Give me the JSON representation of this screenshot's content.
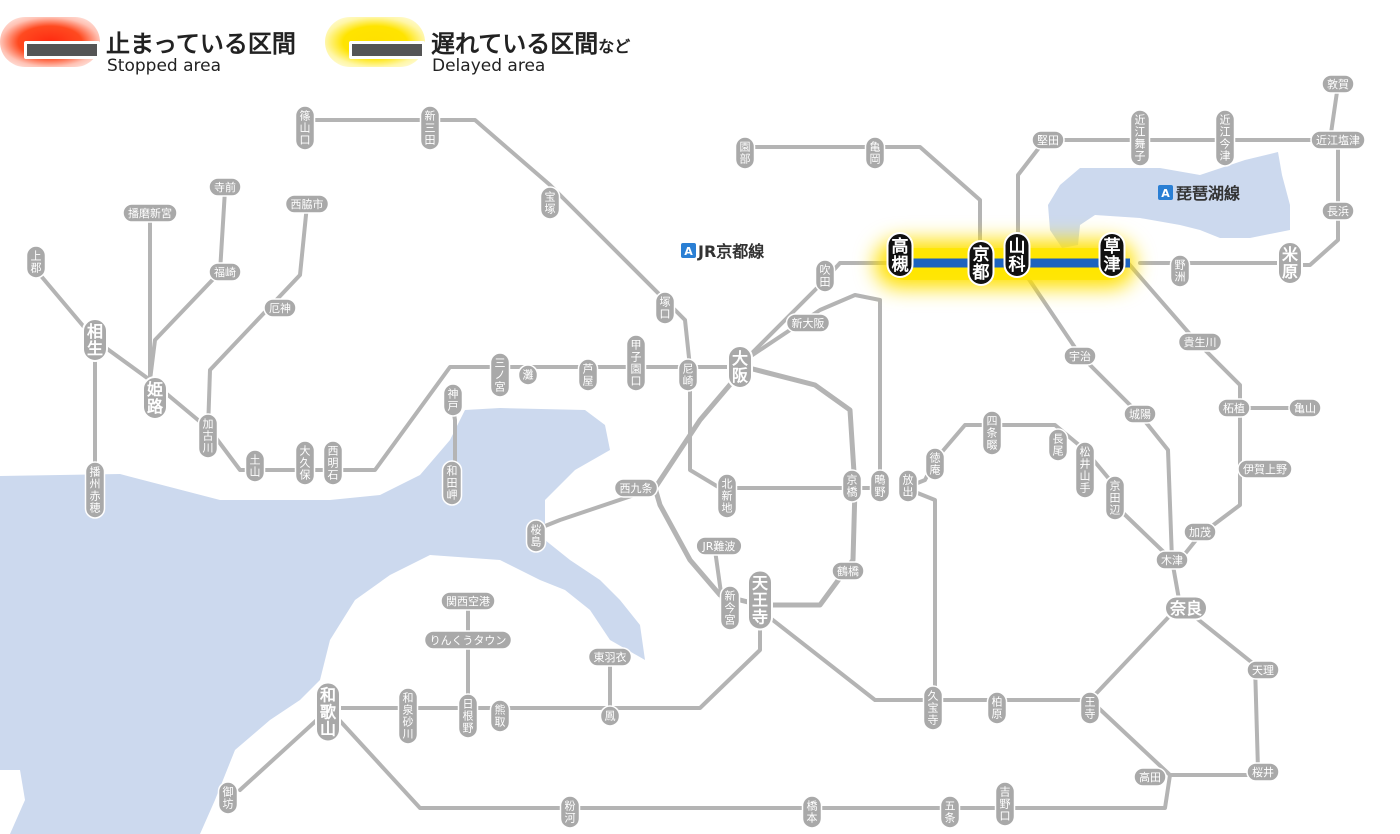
{
  "legend": {
    "stopped": {
      "jp": "止まっている区間",
      "en": "Stopped area",
      "color": "#ff3b1f"
    },
    "delayed": {
      "jp": "遅れている区間",
      "jp_suffix": "など",
      "en": "Delayed area",
      "color": "#ffe000"
    }
  },
  "line_labels": {
    "kyoto_line": {
      "badge": "A",
      "name": "JR京都線"
    },
    "biwako_line": {
      "badge": "A",
      "name": "琵琶湖線"
    }
  },
  "stations": {
    "sasayamaguchi": "篠山口",
    "shinsanda": "新三田",
    "takarazuka": "宝塚",
    "sonobe": "園部",
    "kameoka": "亀岡",
    "katata": "堅田",
    "omimaiko": "近江舞子",
    "omiimazu": "近江今津",
    "tsuruga": "敦賀",
    "omishiotsu": "近江塩津",
    "nagahama": "長浜",
    "teramae": "寺前",
    "harimashingu": "播磨新宮",
    "nishiwakishi": "西脇市",
    "kamigori": "上郡",
    "fukusaki": "福崎",
    "yakujin": "厄神",
    "aioi": "相生",
    "himeji": "姫路",
    "kakogawa": "加古川",
    "doyama": "土山",
    "okubo": "大久保",
    "nishiakashi": "西明石",
    "sannomiya": "三ノ宮",
    "nada": "灘",
    "ashiya": "芦屋",
    "koshienguchi": "甲子園口",
    "amagasaki": "尼崎",
    "osaka": "大阪",
    "tsukaguchi": "塚口",
    "suita": "吹田",
    "shinosaka": "新大阪",
    "kobe": "神戸",
    "wadamisaki": "和田岬",
    "banshuako": "播州赤穂",
    "sakurajima": "桜島",
    "nishikujo": "西九条",
    "kitashinchi": "北新地",
    "kyobashi": "京橋",
    "shigino": "鴫野",
    "hanaten": "放出",
    "tokuan": "徳庵",
    "shijonawate": "四条畷",
    "nagao": "長尾",
    "matsuiyamate": "松井山手",
    "kyotanabe": "京田辺",
    "uji": "宇治",
    "joyo": "城陽",
    "kizu": "木津",
    "kamo": "加茂",
    "igaueno": "伊賀上野",
    "tsuge": "柘植",
    "kameyama": "亀山",
    "kibukawa": "貴生川",
    "nara": "奈良",
    "tenri": "天理",
    "sakurai": "桜井",
    "oji": "王寺",
    "kashiwara": "柏原",
    "kyuhoji": "久宝寺",
    "takada": "高田",
    "jrnamba": "JR難波",
    "shinimamiya": "新今宮",
    "tennoji": "天王寺",
    "tsuruhashi": "鶴橋",
    "kansaiairport": "関西空港",
    "rinkutown": "りんくうタウン",
    "higashihagoromo": "東羽衣",
    "otori": "鳳",
    "hineno": "日根野",
    "kumatori": "熊取",
    "izumisunagawa": "和泉砂川",
    "wakayama": "和歌山",
    "gobo": "御坊",
    "konakawa": "粉河",
    "hashimoto": "橋本",
    "gojo": "五条",
    "yoshinoguchi": "吉野口",
    "takatsuki": "高槻",
    "kyoto": "京都",
    "yamashina": "山科",
    "kusatsu": "草津",
    "yasu": "野洲",
    "maibara": "米原"
  },
  "colors": {
    "track": "#b4b4b4",
    "water": "#ccd9ee",
    "affected_line": "#1d63bf",
    "delay_glow": "#ffe000",
    "station_bg": "#a9a9a9",
    "badge": "#2a7fd4"
  }
}
